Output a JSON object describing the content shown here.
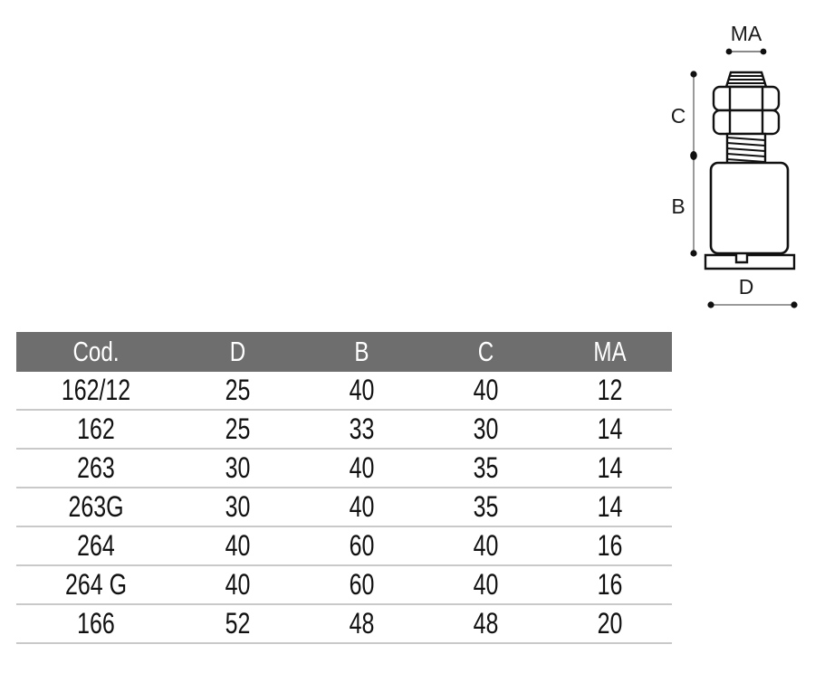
{
  "drawing": {
    "name": "leveling-foot-technical-drawing",
    "dimensions": {
      "ma": "MA",
      "c": "C",
      "b": "B",
      "d": "D"
    }
  },
  "table": {
    "headers": [
      "Cod.",
      "D",
      "B",
      "C",
      "MA"
    ],
    "header_bg": "#6e6e6e",
    "header_color": "#ffffff",
    "rule_color": "#c9c9c9",
    "rows": [
      {
        "cod": "162/12",
        "d": "25",
        "b": "40",
        "c": "40",
        "ma": "12"
      },
      {
        "cod": "162",
        "d": "25",
        "b": "33",
        "c": "30",
        "ma": "14"
      },
      {
        "cod": "263",
        "d": "30",
        "b": "40",
        "c": "35",
        "ma": "14"
      },
      {
        "cod": "263G",
        "d": "30",
        "b": "40",
        "c": "35",
        "ma": "14"
      },
      {
        "cod": "264",
        "d": "40",
        "b": "60",
        "c": "40",
        "ma": "16"
      },
      {
        "cod": "264 G",
        "d": "40",
        "b": "60",
        "c": "40",
        "ma": "16"
      },
      {
        "cod": "166",
        "d": "52",
        "b": "48",
        "c": "48",
        "ma": "20"
      }
    ]
  }
}
